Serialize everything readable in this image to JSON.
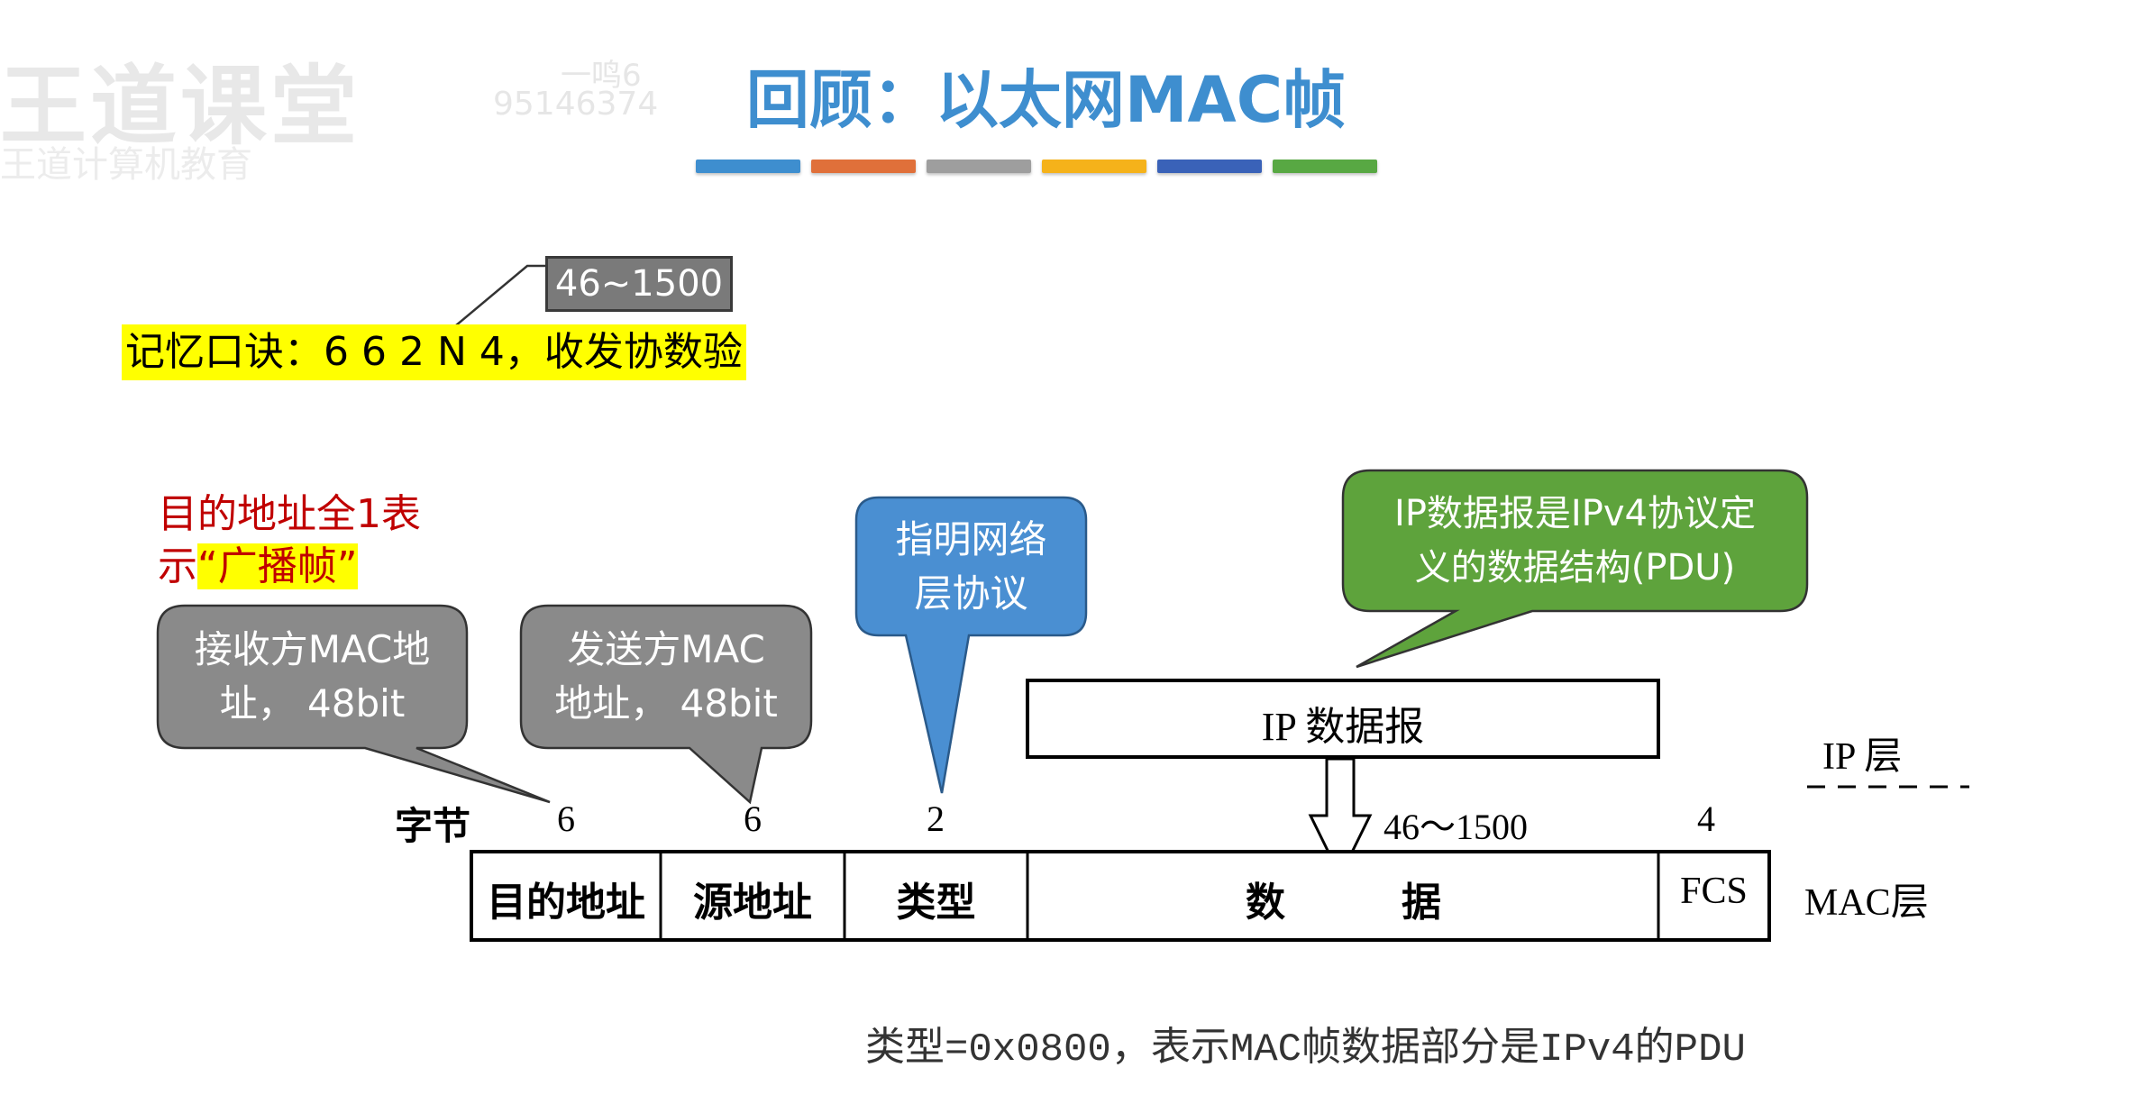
{
  "watermark": {
    "logo": "王道课堂",
    "subtitle": "王道计算机教育",
    "id_line1": "一鸣6",
    "id_line2": "95146374"
  },
  "title": "回顾：以太网MAC帧",
  "color_bars": [
    "#3e8ecf",
    "#e0703a",
    "#9e9e9e",
    "#f5b21a",
    "#3a62b8",
    "#58a843"
  ],
  "mnemonic_hint": "46~1500",
  "mnemonic": "记忆口诀：6 6 2 N 4，收发协数验",
  "broadcast_note": {
    "line1": "目的地址全1表",
    "line2_prefix": "示",
    "line2_highlight": "“广播帧”"
  },
  "callouts": {
    "dest": {
      "line1": "接收方MAC地",
      "line2": "址， 48bit"
    },
    "src": {
      "line1": "发送方MAC",
      "line2": "地址， 48bit"
    },
    "type": {
      "line1": "指明网络",
      "line2": "层协议"
    },
    "ip": {
      "line1": "IP数据报是IPv4协议定",
      "line2": "义的数据结构(PDU)"
    }
  },
  "diagram": {
    "ip_datagram_label": "IP 数据报",
    "ip_layer_label": "IP 层",
    "mac_layer_label": "MAC层",
    "bytes_label": "字节",
    "sizes": [
      "6",
      "6",
      "2",
      "46～1500",
      "4"
    ],
    "fields": [
      "目的地址",
      "源地址",
      "类型",
      "数",
      "据",
      "FCS"
    ]
  },
  "bottom_note": "类型=0x0800，表示MAC帧数据部分是IPv4的PDU",
  "colors": {
    "title": "#3e8ecf",
    "gray_callout": "#8a8a8a",
    "blue_callout": "#4a8fd2",
    "green_callout": "#5ea33c",
    "highlight": "#ffff00",
    "red_text": "#c00000"
  }
}
